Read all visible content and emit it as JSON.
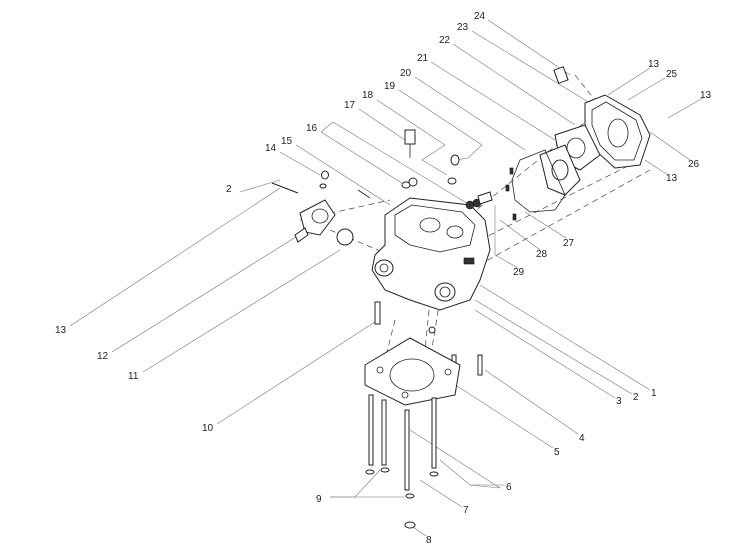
{
  "diagram": {
    "title": "Cylinder head exploded view",
    "callouts": [
      "24",
      "23",
      "22",
      "21",
      "20",
      "19",
      "18",
      "17",
      "16",
      "15",
      "14",
      "2",
      "13",
      "25",
      "13",
      "26",
      "13",
      "27",
      "28",
      "29",
      "13",
      "12",
      "11",
      "10",
      "1",
      "2",
      "3",
      "4",
      "5",
      "6",
      "7",
      "8",
      "9"
    ]
  }
}
